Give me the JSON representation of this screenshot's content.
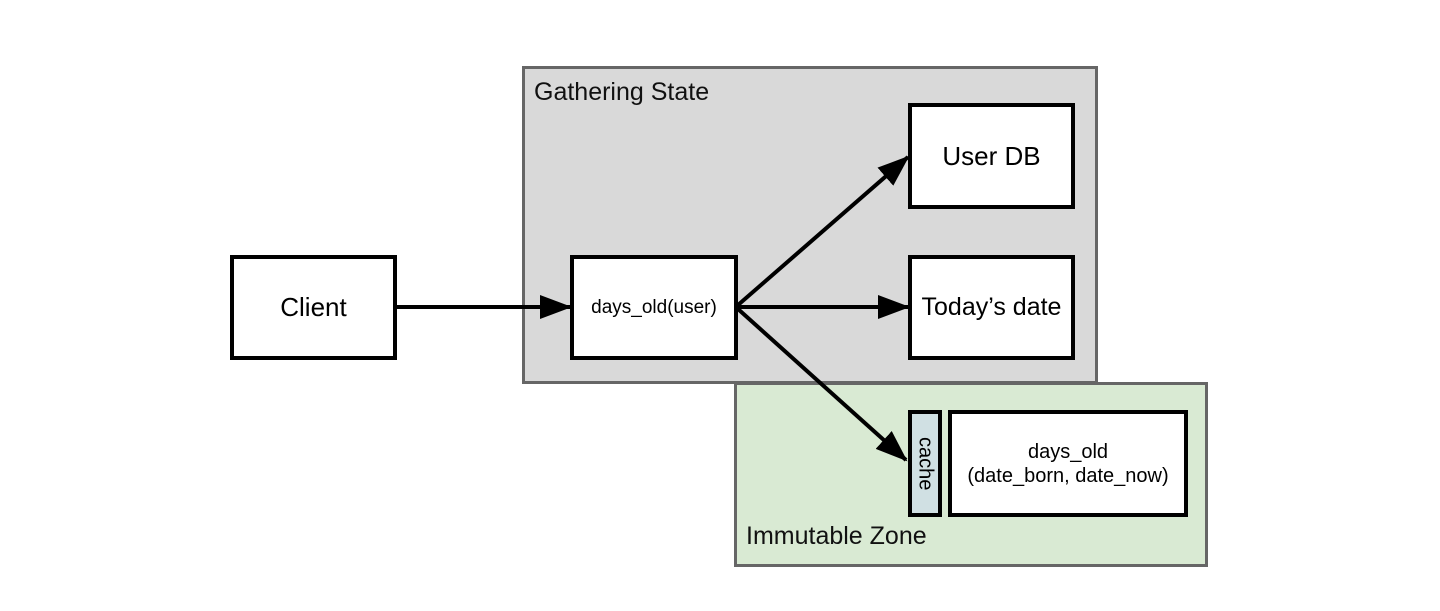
{
  "zones": {
    "gathering_state": {
      "label": "Gathering State",
      "color": "#d9d9d9"
    },
    "immutable_zone": {
      "label": "Immutable Zone",
      "color": "#d9ead3"
    }
  },
  "nodes": {
    "client": {
      "label": "Client"
    },
    "days_old_user": {
      "label": "days_old(user)"
    },
    "user_db": {
      "label": "User DB"
    },
    "todays_date": {
      "label": "Today’s date"
    },
    "cache": {
      "label": "cache",
      "color": "#d0e0e3"
    },
    "days_old_pure": {
      "line1": "days_old",
      "line2": "(date_born, date_now)"
    }
  },
  "edges": [
    {
      "from": "Client",
      "to": "days_old(user)"
    },
    {
      "from": "days_old(user)",
      "to": "User DB"
    },
    {
      "from": "days_old(user)",
      "to": "Today’s date"
    },
    {
      "from": "days_old(user)",
      "to": "cache"
    }
  ]
}
